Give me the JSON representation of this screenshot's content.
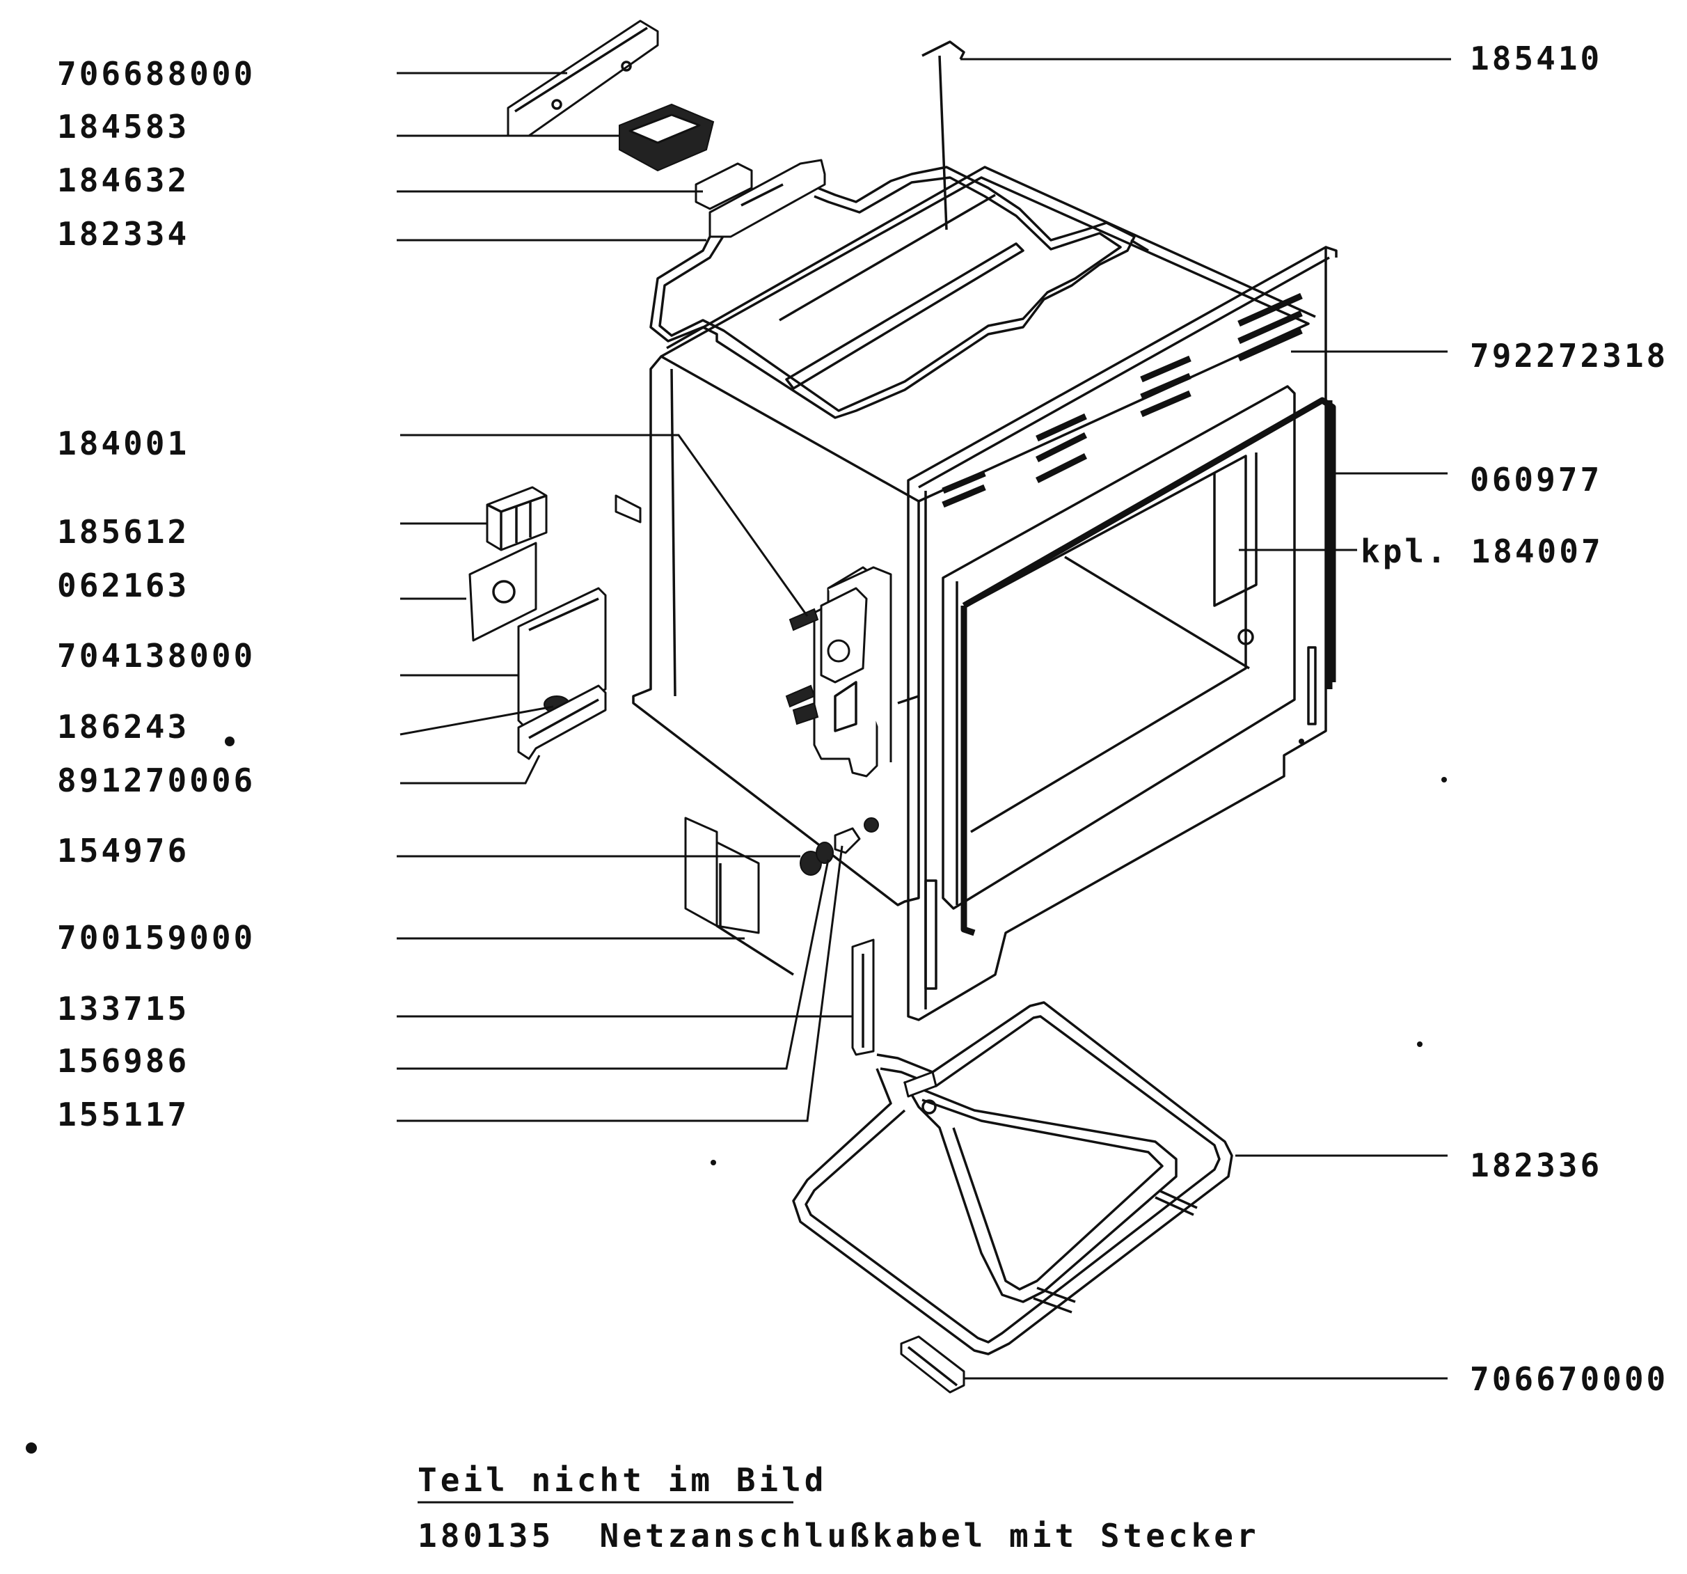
{
  "labels": {
    "l706688000": "706688000",
    "l184583": "184583",
    "l184632": "184632",
    "l182334": "182334",
    "l184001": "184001",
    "l185612": "185612",
    "l062163": "062163",
    "l704138000": "704138000",
    "l186243": "186243",
    "l891270006": "891270006",
    "l154976": "154976",
    "l700159000": "700159000",
    "l133715": "133715",
    "l156986": "156986",
    "l155117": "155117",
    "r185410": "185410",
    "r792272318": "792272318",
    "r060977": "060977",
    "r184007": "kpl. 184007",
    "r182336": "182336",
    "r706670000": "706670000"
  },
  "notes": {
    "heading": "Teil nicht im Bild",
    "line1": "180135  Netzanschlußkabel mit Stecker"
  }
}
